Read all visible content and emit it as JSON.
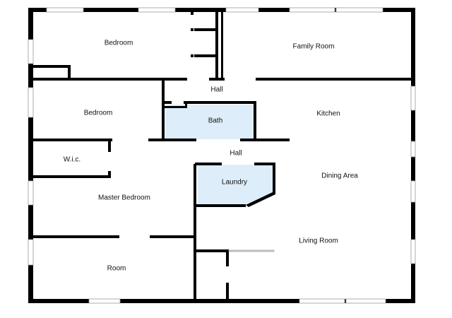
{
  "colors": {
    "wall": "#000000",
    "wet_room_fill": "#ddeefa",
    "background": "#ffffff"
  },
  "rooms": {
    "bedroom_1": "Bedroom",
    "family_room": "Family Room",
    "hall_upper": "Hall",
    "bedroom_2": "Bedroom",
    "bath": "Bath",
    "kitchen": "Kitchen",
    "hall_lower": "Hall",
    "wic": "W.i.c.",
    "laundry": "Laundry",
    "dining_area": "Dining Area",
    "master_bedroom": "Master Bedroom",
    "living_room": "Living Room",
    "room": "Room"
  }
}
